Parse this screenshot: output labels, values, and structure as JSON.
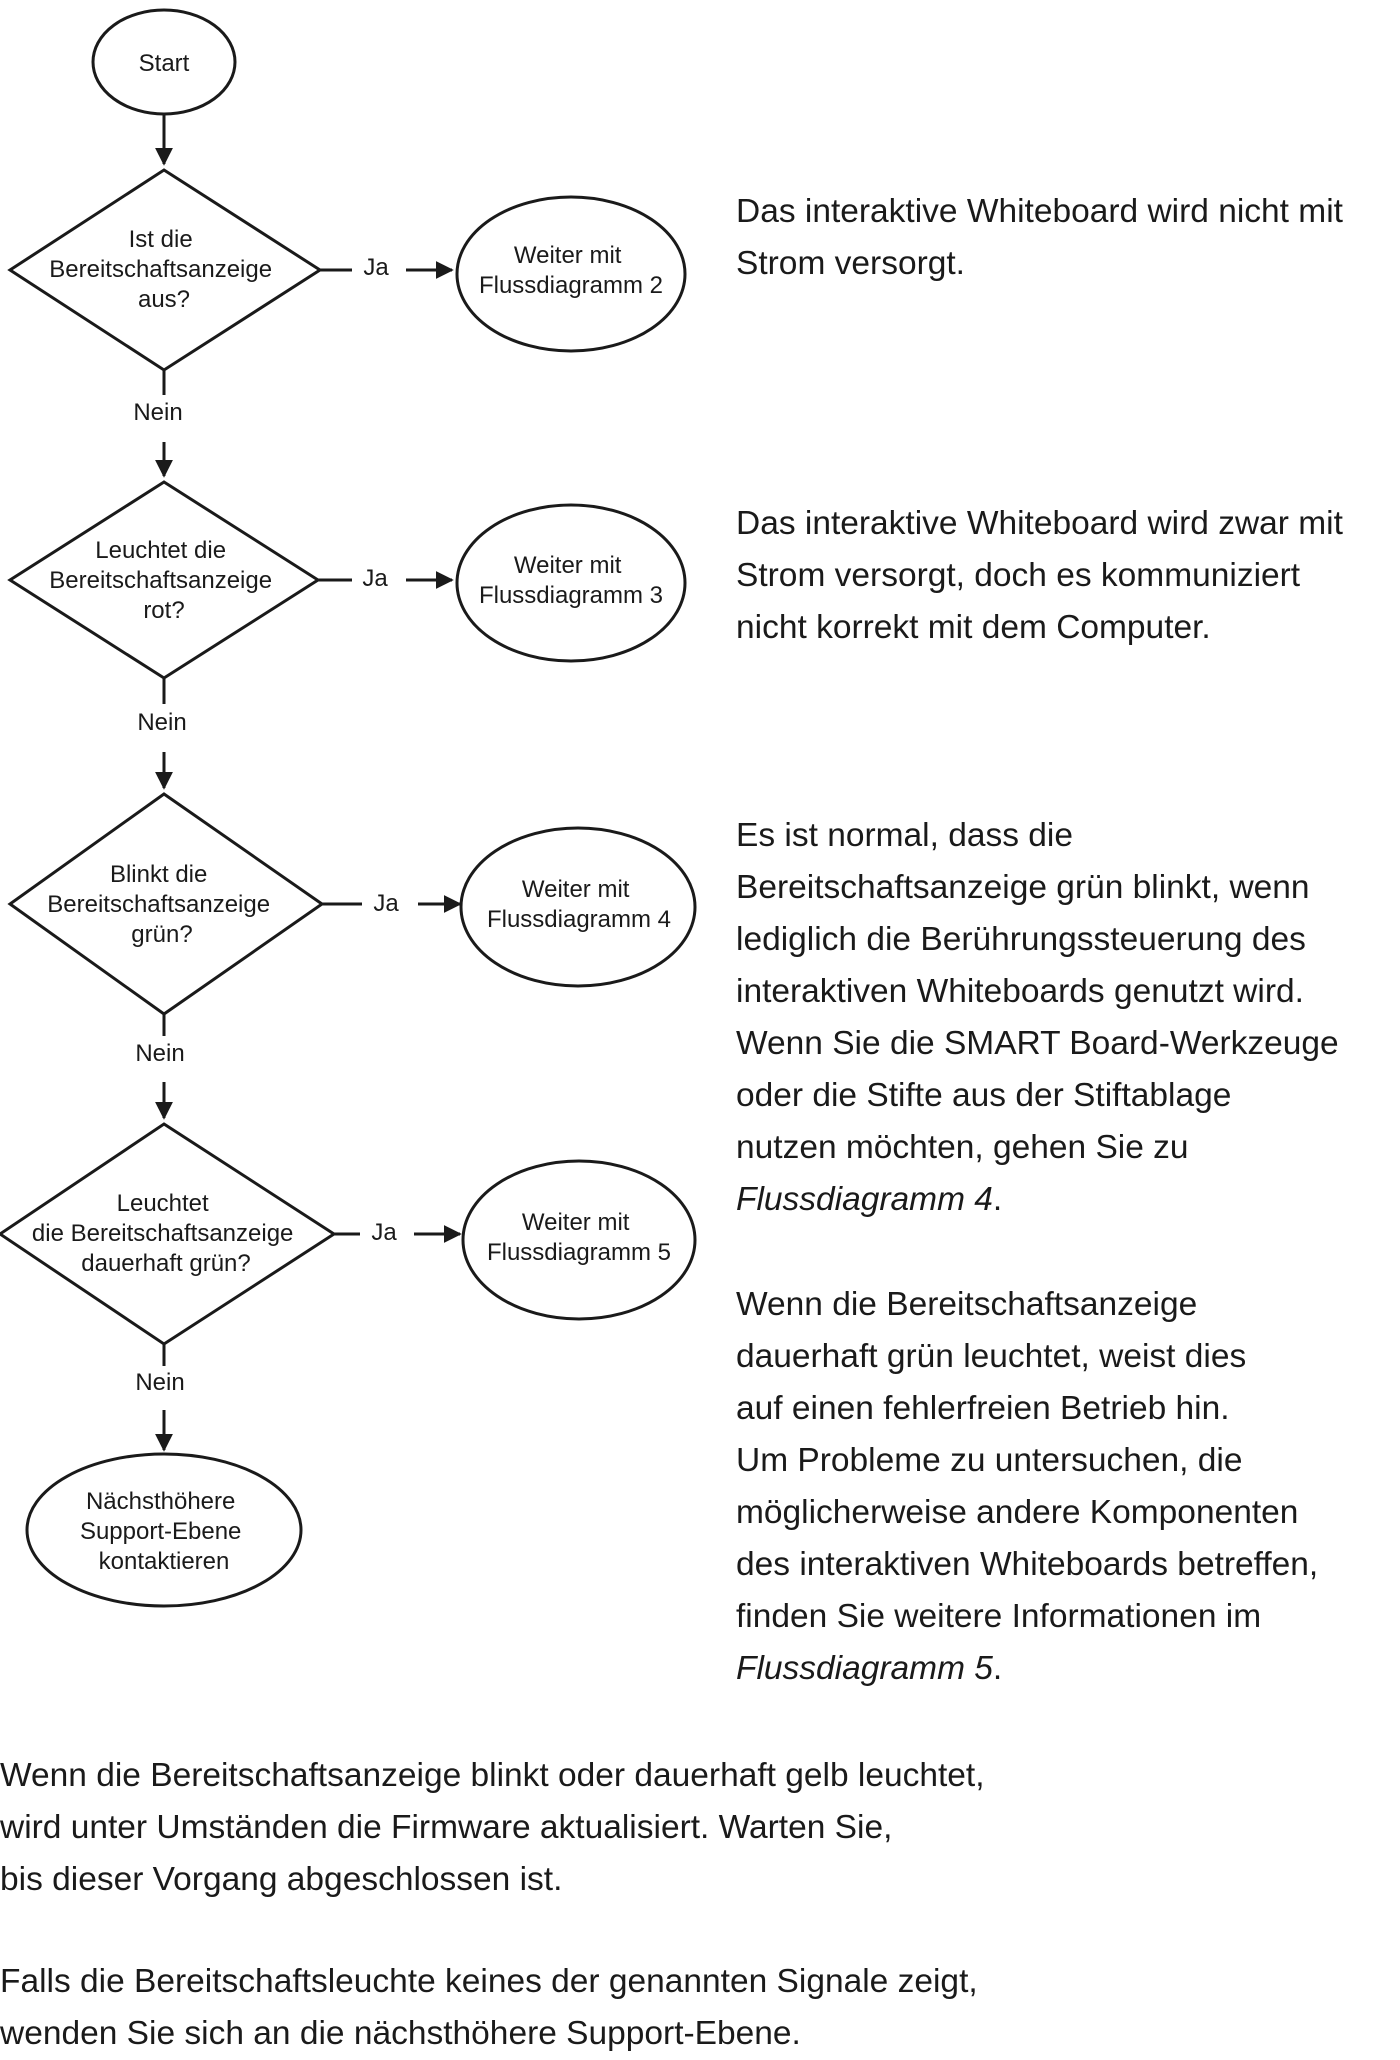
{
  "flowchart": {
    "start": "Start",
    "decisions": [
      {
        "lines": [
          "Ist die",
          "Bereitschaftsanzeige",
          "aus?"
        ],
        "yes": "Ja",
        "no": "Nein",
        "target": [
          "Weiter mit",
          "Flussdiagramm 2"
        ]
      },
      {
        "lines": [
          "Leuchtet die",
          "Bereitschaftsanzeige",
          "rot?"
        ],
        "yes": "Ja",
        "no": "Nein",
        "target": [
          "Weiter mit",
          "Flussdiagramm 3"
        ]
      },
      {
        "lines": [
          "Blinkt die",
          "Bereitschaftsanzeige",
          "grün?"
        ],
        "yes": "Ja",
        "no": "Nein",
        "target": [
          "Weiter mit",
          "Flussdiagramm 4"
        ]
      },
      {
        "lines": [
          "Leuchtet",
          "die Bereitschaftsanzeige",
          "dauerhaft grün?"
        ],
        "yes": "Ja",
        "no": "Nein",
        "target": [
          "Weiter mit",
          "Flussdiagramm 5"
        ]
      }
    ],
    "end": [
      "Nächsthöhere",
      "Support-Ebene",
      "kontaktieren"
    ]
  },
  "descriptions": {
    "d1": [
      "Das interaktive Whiteboard wird nicht mit",
      "Strom versorgt."
    ],
    "d2": [
      "Das interaktive Whiteboard wird zwar mit",
      "Strom versorgt, doch es kommuniziert",
      "nicht korrekt mit dem Computer."
    ],
    "d3": {
      "lines": [
        "Es ist normal, dass die",
        "Bereitschaftsanzeige grün blinkt, wenn",
        "lediglich die Berührungssteuerung des",
        "interaktiven Whiteboards genutzt wird.",
        "Wenn Sie die SMART Board-Werkzeuge",
        "oder die Stifte aus der Stiftablage",
        "nutzen möchten, gehen Sie zu"
      ],
      "ref": "Flussdiagramm 4",
      "ref_suffix": "."
    },
    "d4": {
      "lines": [
        "Wenn die Bereitschaftsanzeige",
        "dauerhaft grün leuchtet, weist dies",
        "auf einen fehlerfreien Betrieb hin.",
        "Um Probleme zu untersuchen, die",
        "möglicherweise andere Komponenten",
        "des interaktiven Whiteboards betreffen,",
        "finden Sie weitere Informationen im"
      ],
      "ref": "Flussdiagramm 5",
      "ref_suffix": "."
    }
  },
  "notes": {
    "n1": [
      "Wenn die Bereitschaftsanzeige blinkt oder dauerhaft gelb leuchtet,",
      "wird unter Umständen die Firmware aktualisiert. Warten Sie,",
      "bis dieser Vorgang abgeschlossen ist."
    ],
    "n2": [
      "Falls die Bereitschaftsleuchte keines der genannten Signale zeigt,",
      "wenden Sie sich an die nächsthöhere Support-Ebene."
    ]
  }
}
